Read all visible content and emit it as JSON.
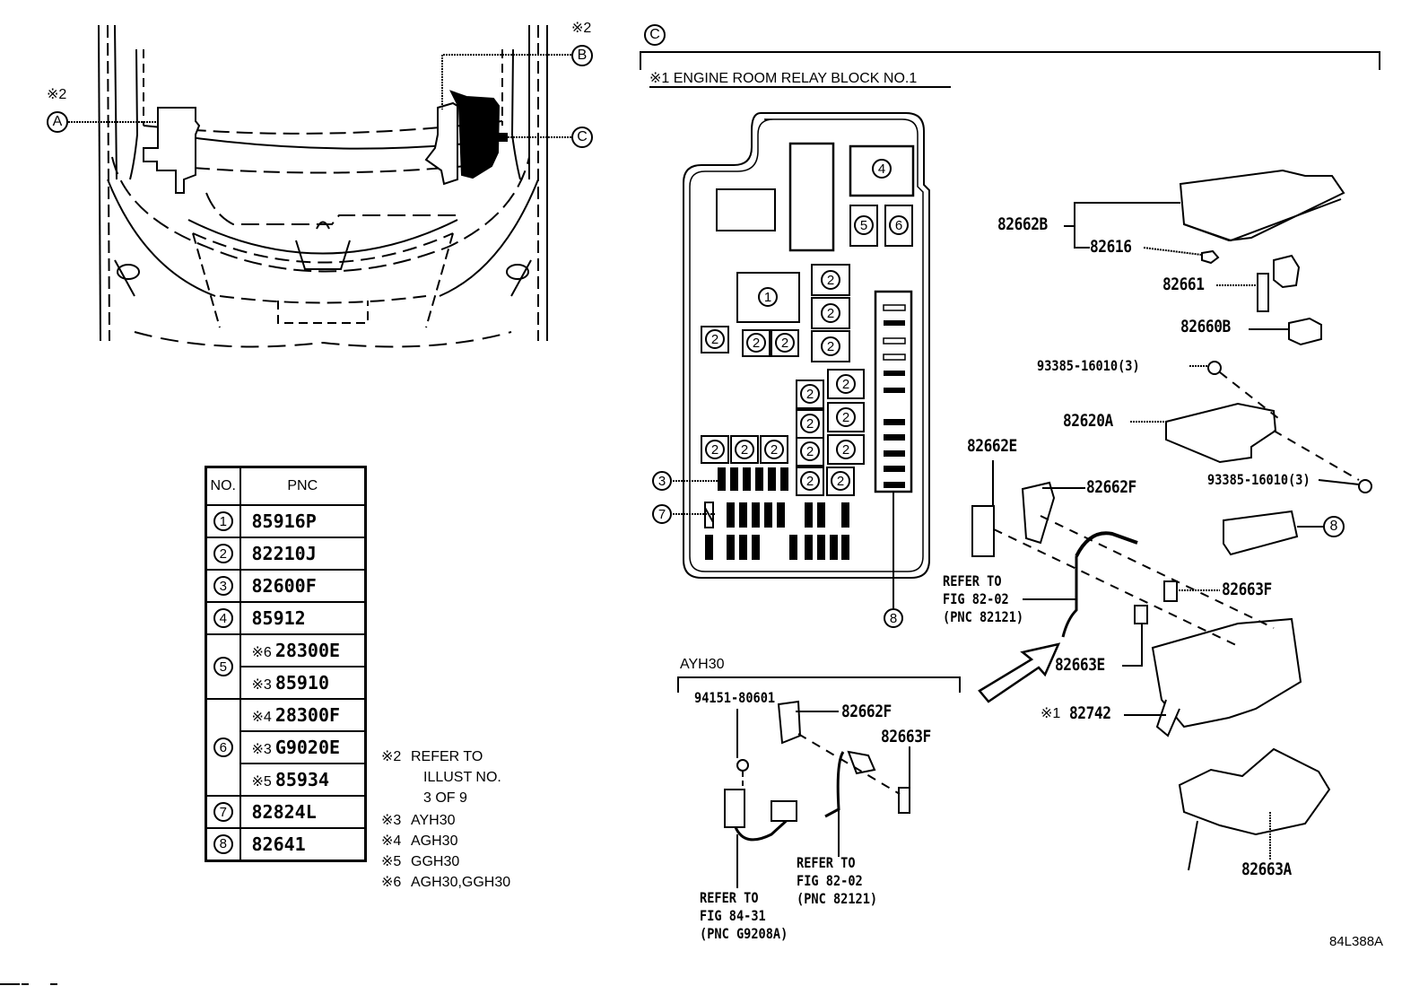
{
  "figure_id": "84L388A",
  "overview": {
    "callouts": [
      {
        "id": "A",
        "note": "※2"
      },
      {
        "id": "B",
        "note": "※2"
      },
      {
        "id": "C",
        "note": ""
      }
    ]
  },
  "detail_c": {
    "marker": "C",
    "title": "※1 ENGINE ROOM RELAY BLOCK NO.1",
    "layout_callouts": [
      "1",
      "2",
      "3",
      "4",
      "5",
      "6",
      "7",
      "8"
    ]
  },
  "pnc_table": {
    "headers": {
      "no": "NO.",
      "pnc": "PNC"
    },
    "rows": [
      {
        "no": "1",
        "entries": [
          {
            "mark": "",
            "pnc": "85916P"
          }
        ]
      },
      {
        "no": "2",
        "entries": [
          {
            "mark": "",
            "pnc": "82210J"
          }
        ]
      },
      {
        "no": "3",
        "entries": [
          {
            "mark": "",
            "pnc": "82600F"
          }
        ]
      },
      {
        "no": "4",
        "entries": [
          {
            "mark": "",
            "pnc": "85912"
          }
        ]
      },
      {
        "no": "5",
        "entries": [
          {
            "mark": "※6",
            "pnc": "28300E"
          },
          {
            "mark": "※3",
            "pnc": "85910"
          }
        ]
      },
      {
        "no": "6",
        "entries": [
          {
            "mark": "※4",
            "pnc": "28300F"
          },
          {
            "mark": "※3",
            "pnc": "G9020E"
          },
          {
            "mark": "※5",
            "pnc": "85934"
          }
        ]
      },
      {
        "no": "7",
        "entries": [
          {
            "mark": "",
            "pnc": "82824L"
          }
        ]
      },
      {
        "no": "8",
        "entries": [
          {
            "mark": "",
            "pnc": "82641"
          }
        ]
      }
    ]
  },
  "footnotes": [
    {
      "mark": "※2",
      "lines": [
        "REFER TO",
        "ILLUST NO.",
        "3 OF 9"
      ]
    },
    {
      "mark": "※3",
      "lines": [
        "AYH30"
      ]
    },
    {
      "mark": "※4",
      "lines": [
        "AGH30"
      ]
    },
    {
      "mark": "※5",
      "lines": [
        "GGH30"
      ]
    },
    {
      "mark": "※6",
      "lines": [
        "AGH30,GGH30"
      ]
    }
  ],
  "part_labels": {
    "p82662B": "82662B",
    "p82616": "82616",
    "p82661": "82661",
    "p82660B": "82660B",
    "p93385_top": "93385-16010(3)",
    "p82620A": "82620A",
    "p93385_bot": "93385-16010(3)",
    "p82662E": "82662E",
    "p82662F": "82662F",
    "p8": "8",
    "p82663F": "82663F",
    "p82663E": "82663E",
    "p82742_mark": "※1",
    "p82742": "82742",
    "p82663A": "82663A"
  },
  "refer_main": [
    "REFER TO",
    "FIG 82-02",
    "(PNC 82121)"
  ],
  "ayh30_section": {
    "title": "AYH30",
    "labels": {
      "p94151": "94151-80601",
      "p82662F": "82662F",
      "p82663F": "82663F"
    },
    "refer_a": [
      "REFER TO",
      "FIG 82-02",
      "(PNC 82121)"
    ],
    "refer_b": [
      "REFER TO",
      "FIG 84-31",
      "(PNC G9208A)"
    ]
  }
}
